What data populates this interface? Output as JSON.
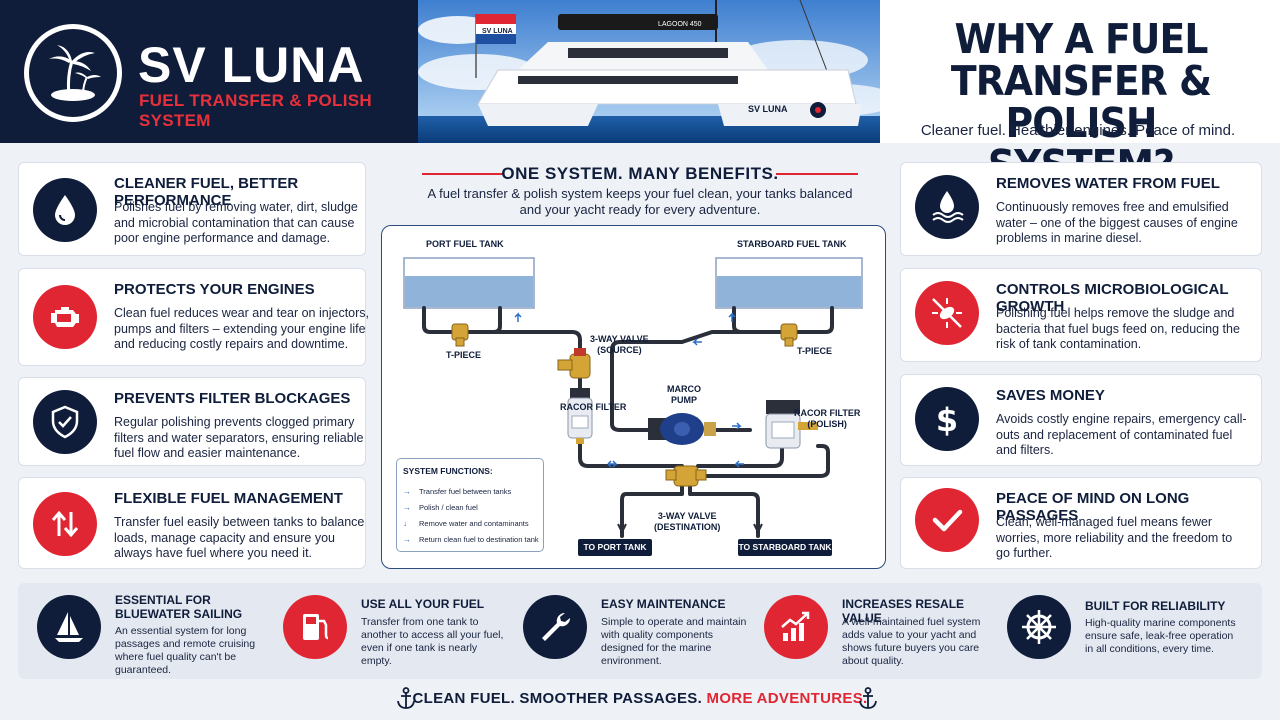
{
  "header": {
    "brand": "SV LUNA",
    "subtitle": "FUEL TRANSFER & POLISH SYSTEM",
    "boat_flag": "SV LUNA",
    "boat_model": "LAGOON 450",
    "boat_hull_name": "SV LUNA",
    "why_title": "WHY A FUEL TRANSFER & POLISH SYSTEM?",
    "tagline": "Cleaner fuel. Healthier engines. Peace of mind."
  },
  "left_cards": [
    {
      "icon": "fuel-drop-icon",
      "title": "CLEANER FUEL, BETTER PERFORMANCE",
      "desc": "Polishes fuel by removing water, dirt, sludge and microbial contamination that can cause poor engine performance and damage."
    },
    {
      "icon": "engine-icon",
      "title": "PROTECTS YOUR ENGINES",
      "desc": "Clean fuel reduces wear and tear on injectors, pumps and filters – extending your engine life and reducing costly repairs and downtime."
    },
    {
      "icon": "shield-check-icon",
      "title": "PREVENTS FILTER BLOCKAGES",
      "desc": "Regular polishing prevents clogged primary filters and water separators, ensuring reliable fuel flow and easier maintenance."
    },
    {
      "icon": "up-down-arrows-icon",
      "title": "FLEXIBLE FUEL MANAGEMENT",
      "desc": "Transfer fuel easily between tanks to balance loads, manage capacity and ensure you always have fuel where you need it."
    }
  ],
  "right_cards": [
    {
      "icon": "water-drop-icon",
      "title": "REMOVES WATER FROM FUEL",
      "desc": "Continuously removes free and emulsified water – one of the biggest causes of engine problems in marine diesel."
    },
    {
      "icon": "microbe-icon",
      "title": "CONTROLS MICROBIOLOGICAL GROWTH",
      "desc": "Polishing fuel helps remove the sludge and bacteria that fuel bugs feed on, reducing the risk of tank contamination."
    },
    {
      "icon": "dollar-icon",
      "title": "SAVES MONEY",
      "desc": "Avoids costly engine repairs, emergency call-outs and replacement of contaminated fuel and filters."
    },
    {
      "icon": "checkmark-icon",
      "title": "PEACE OF MIND ON LONG PASSAGES",
      "desc": "Clean, well-managed fuel means fewer worries, more reliability and the freedom to go further."
    }
  ],
  "center": {
    "title": "ONE SYSTEM. MANY BENEFITS.",
    "desc": "A fuel transfer & polish system keeps your fuel clean, your tanks balanced and your yacht ready for every adventure."
  },
  "diagram": {
    "port_tank": "PORT FUEL TANK",
    "stbd_tank": "STARBOARD FUEL TANK",
    "t_piece_left": "T-PIECE",
    "t_piece_right": "T-PIECE",
    "valve_source": "3-WAY VALVE\n(SOURCE)",
    "valve_dest": "3-WAY VALVE\n(DESTINATION)",
    "pump": "MARCO\nPUMP",
    "racor_left": "RACOR FILTER",
    "racor_right": "RACOR FILTER\n(POLISH)",
    "to_port": "TO PORT TANK",
    "to_stbd": "TO STARBOARD TANK",
    "functions_title": "SYSTEM FUNCTIONS:",
    "functions": [
      {
        "arrow": "→",
        "text": "Transfer fuel between tanks"
      },
      {
        "arrow": "→",
        "text": "Polish / clean fuel"
      },
      {
        "arrow": "↓",
        "text": "Remove water and contaminants"
      },
      {
        "arrow": "→",
        "text": "Return clean fuel to destination tank"
      }
    ]
  },
  "bottom": [
    {
      "icon": "sailboat-icon",
      "title": "ESSENTIAL FOR\nBLUEWATER SAILING",
      "desc": "An essential system for long passages and remote cruising where fuel quality can't be guaranteed."
    },
    {
      "icon": "fuel-pump-icon",
      "title": "USE ALL YOUR FUEL",
      "desc": "Transfer from one tank to another to access all your fuel, even if one tank is nearly empty."
    },
    {
      "icon": "wrench-icon",
      "title": "EASY MAINTENANCE",
      "desc": "Simple to operate and maintain with quality components designed for the marine environment."
    },
    {
      "icon": "growth-chart-icon",
      "title": "INCREASES RESALE VALUE",
      "desc": "A well-maintained fuel system adds value to your yacht and shows future buyers you care about quality."
    },
    {
      "icon": "ship-wheel-icon",
      "title": "BUILT FOR RELIABILITY",
      "desc": "High-quality marine components ensure safe, leak-free operation in all conditions, every time."
    }
  ],
  "footer": {
    "main": "CLEAN FUEL. SMOOTHER PASSAGES.",
    "accent": "MORE ADVENTURES."
  },
  "colors": {
    "navy": "#0f1d3a",
    "red": "#e02633",
    "accent_blue": "#2a6fc9"
  }
}
